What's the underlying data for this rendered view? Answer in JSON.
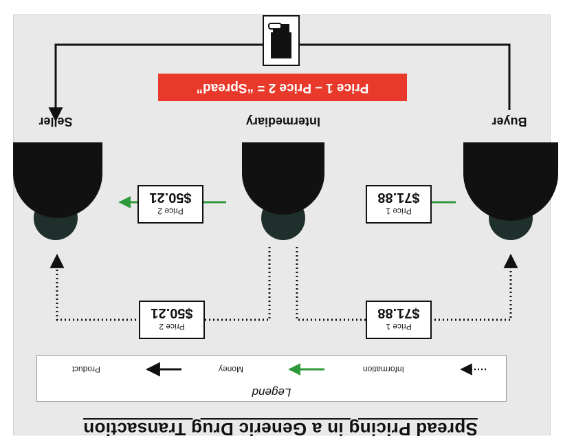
{
  "title": "Spread Pricing in a Generic Drug Transaction",
  "legend": {
    "title": "Legend",
    "information_label": "Information",
    "money_label": "Money",
    "product_label": "Product"
  },
  "nodes": {
    "buyer": "Buyer",
    "intermediary": "Intermediary",
    "seller": "Seller"
  },
  "price_boxes": {
    "info_price1": {
      "name": "Price 1",
      "value": "$71.88"
    },
    "info_price2": {
      "name": "Price 2",
      "value": "$50.21"
    },
    "money_price1": {
      "name": "Price 1",
      "value": "$71.88"
    },
    "money_price2": {
      "name": "Price 2",
      "value": "$50.21"
    }
  },
  "spread_formula": "Price 1 – Price 2 = “Spread”",
  "product_icon": "pill-bottle-icon",
  "colors": {
    "money_arrow": "#2e9a3a",
    "spread_banner": "#e8392b",
    "person_fill": "#111111"
  },
  "orientation": "upside-down"
}
